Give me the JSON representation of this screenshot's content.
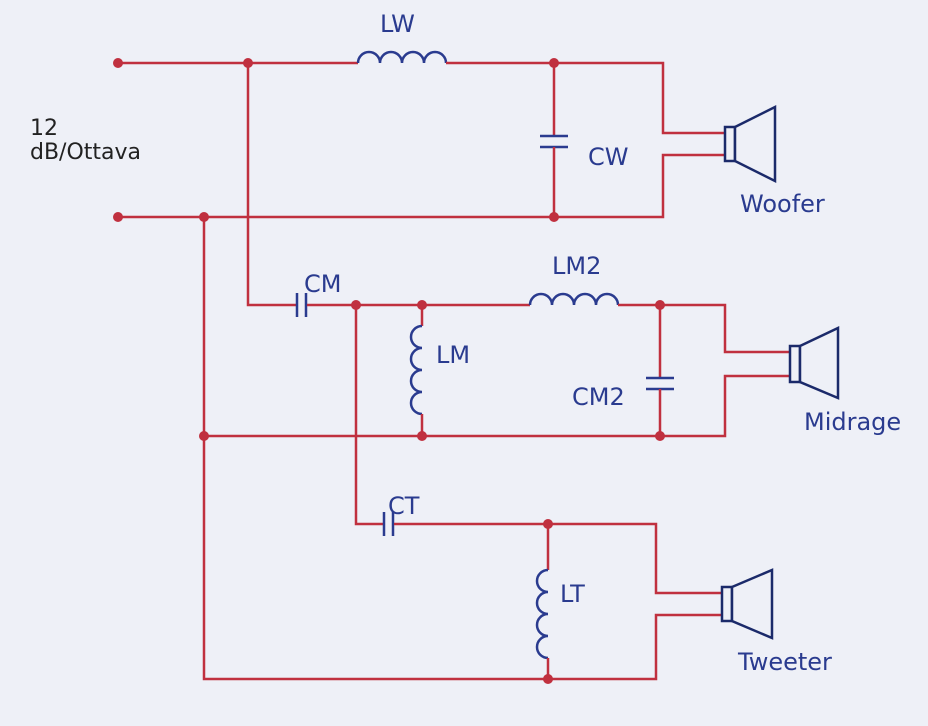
{
  "title": {
    "line1": "12",
    "line2": "dB/Ottava"
  },
  "components": {
    "LW": "LW",
    "CW": "CW",
    "CM": "CM",
    "LM": "LM",
    "LM2": "LM2",
    "CM2": "CM2",
    "CT": "CT",
    "LT": "LT"
  },
  "speakers": {
    "woofer": "Woofer",
    "midrange": "Midrage",
    "tweeter": "Tweeter"
  },
  "colors": {
    "wire": "#c0303f",
    "component": "#2a3b8f",
    "label": "#2a3b8f",
    "background": "#eef0f7"
  }
}
